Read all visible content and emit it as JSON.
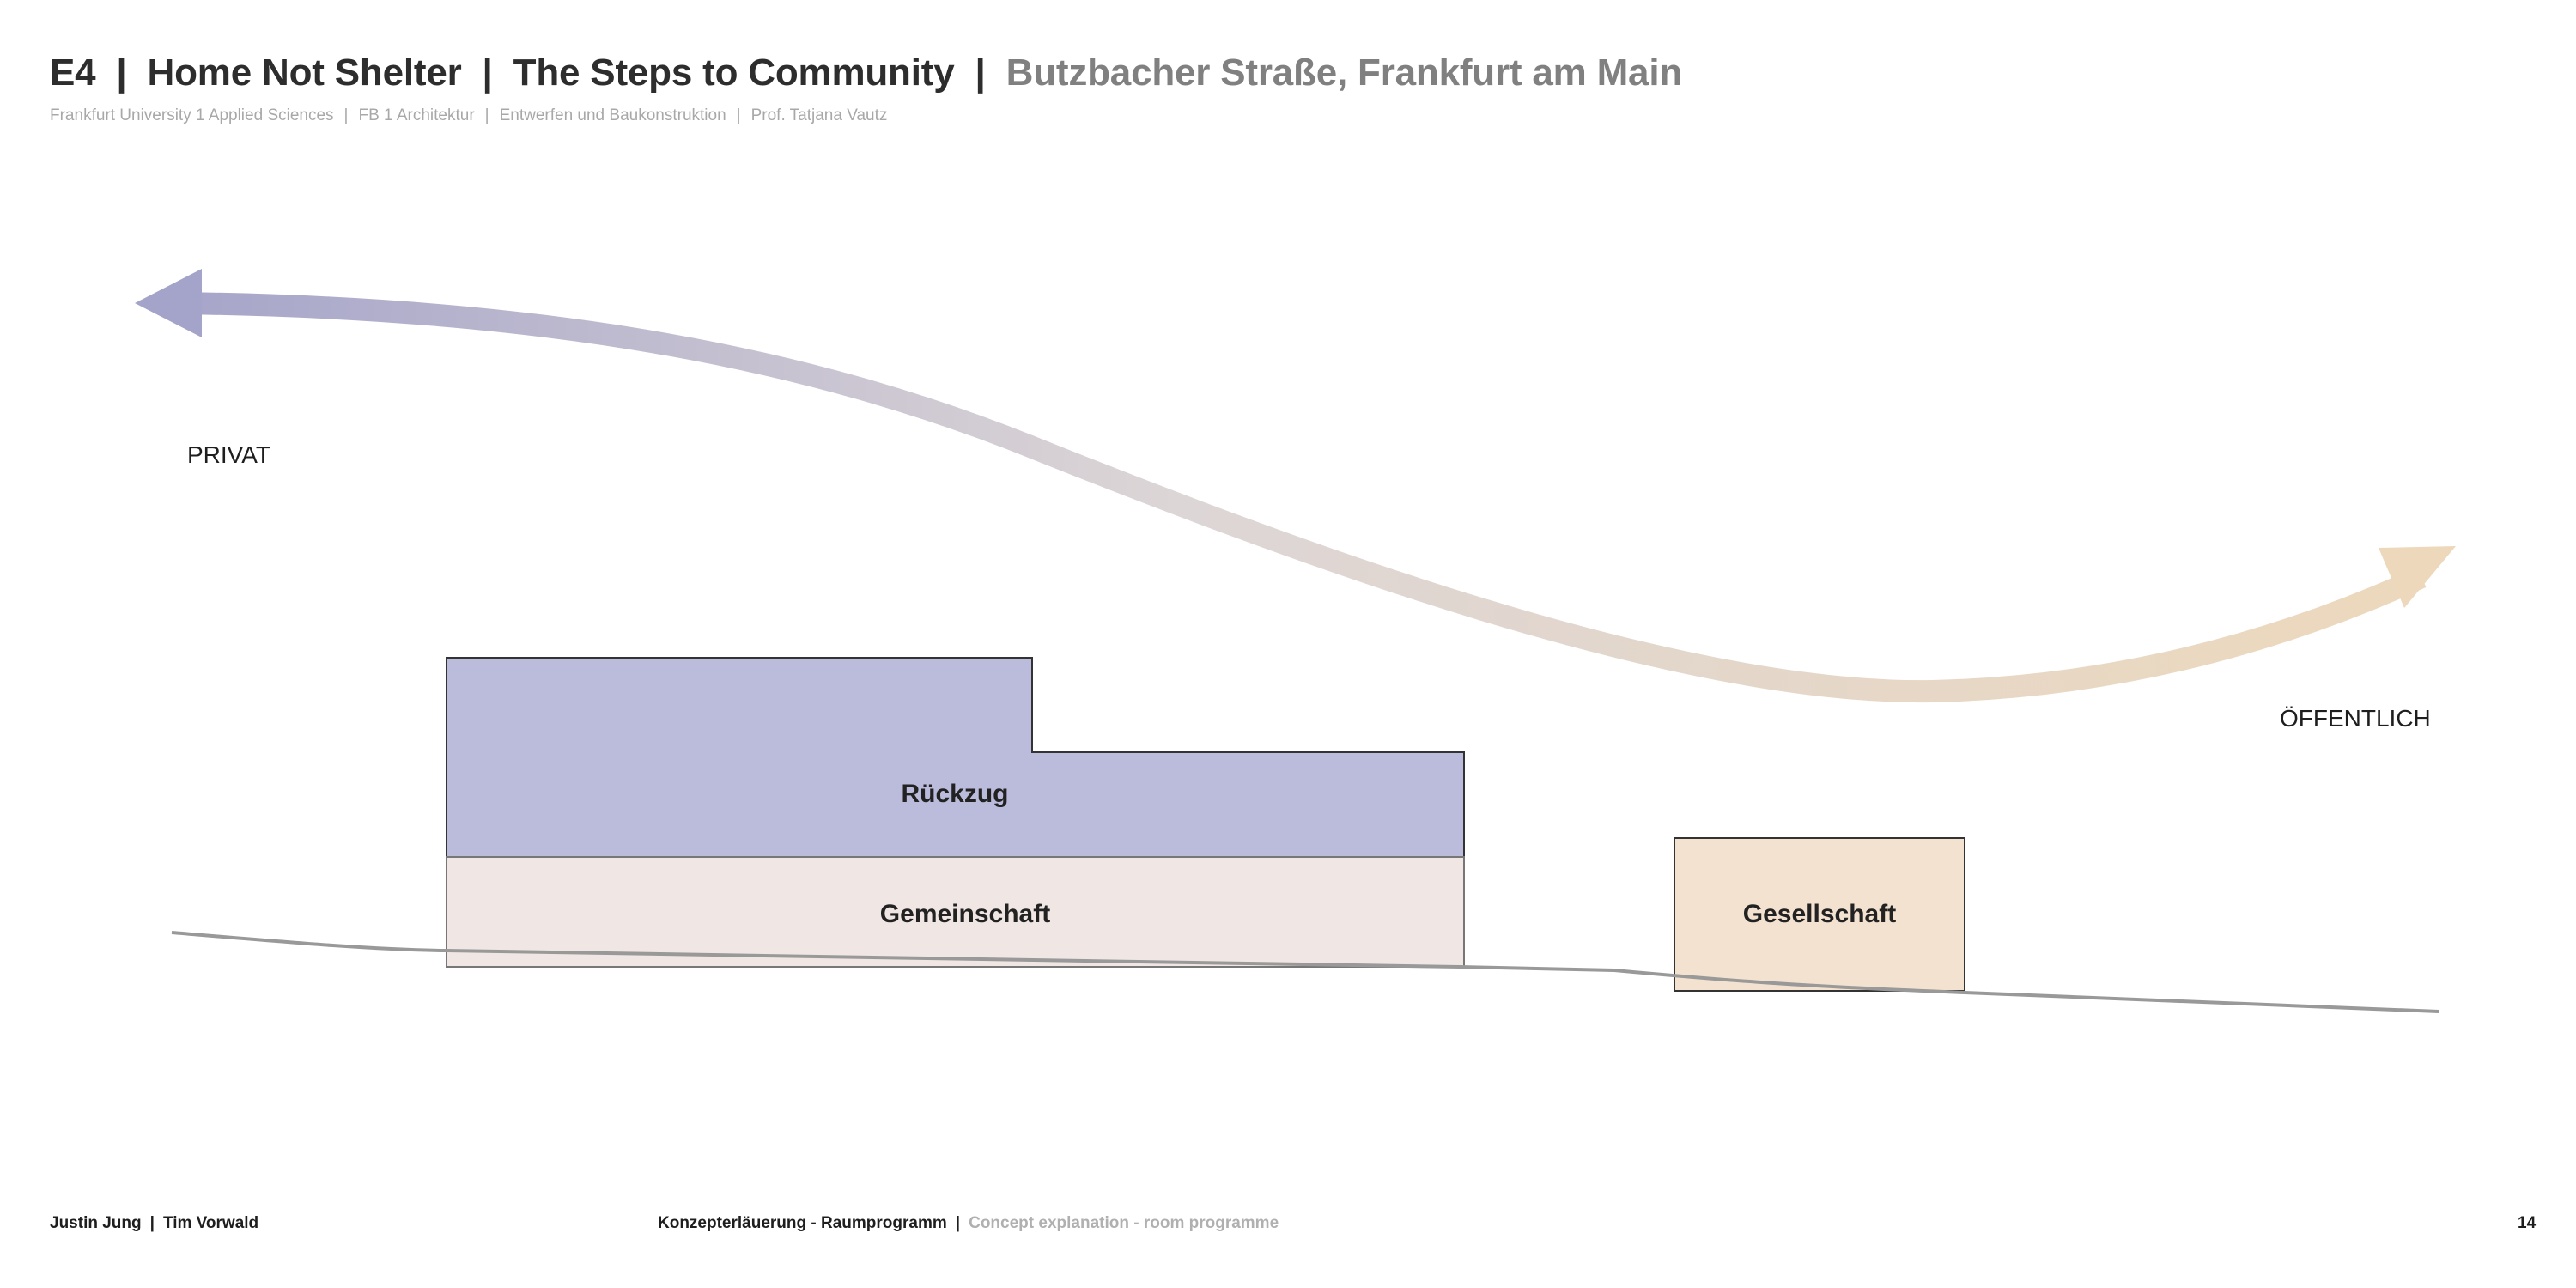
{
  "header": {
    "title_parts": [
      "E4",
      "Home Not Shelter",
      "The Steps to Community"
    ],
    "location": "Butzbacher Straße, Frankfurt am Main",
    "subtitle_parts": [
      "Frankfurt University 1 Applied Sciences",
      "FB 1 Architektur",
      "Entwerfen und Baukonstruktion",
      "Prof. Tatjana Vautz"
    ]
  },
  "diagram": {
    "labels": {
      "private": "PRIVAT",
      "public": "ÖFFENTLICH"
    },
    "blocks": {
      "retreat": "Rückzug",
      "community": "Gemeinschaft",
      "society": "Gesellschaft"
    },
    "colors": {
      "arrow_private": "#a4a3c9",
      "arrow_public": "#edd8bb",
      "retreat_fill": "#bbbbdb",
      "community_fill": "#f0e7e4",
      "society_fill": "#f4e2d0",
      "ground_line": "#999999"
    }
  },
  "footer": {
    "authors": [
      "Justin Jung",
      "Tim Vorwald"
    ],
    "section": "Konzepterläuerung - Raumprogramm",
    "section_en": "Concept explanation - room programme",
    "page_number": "14"
  }
}
